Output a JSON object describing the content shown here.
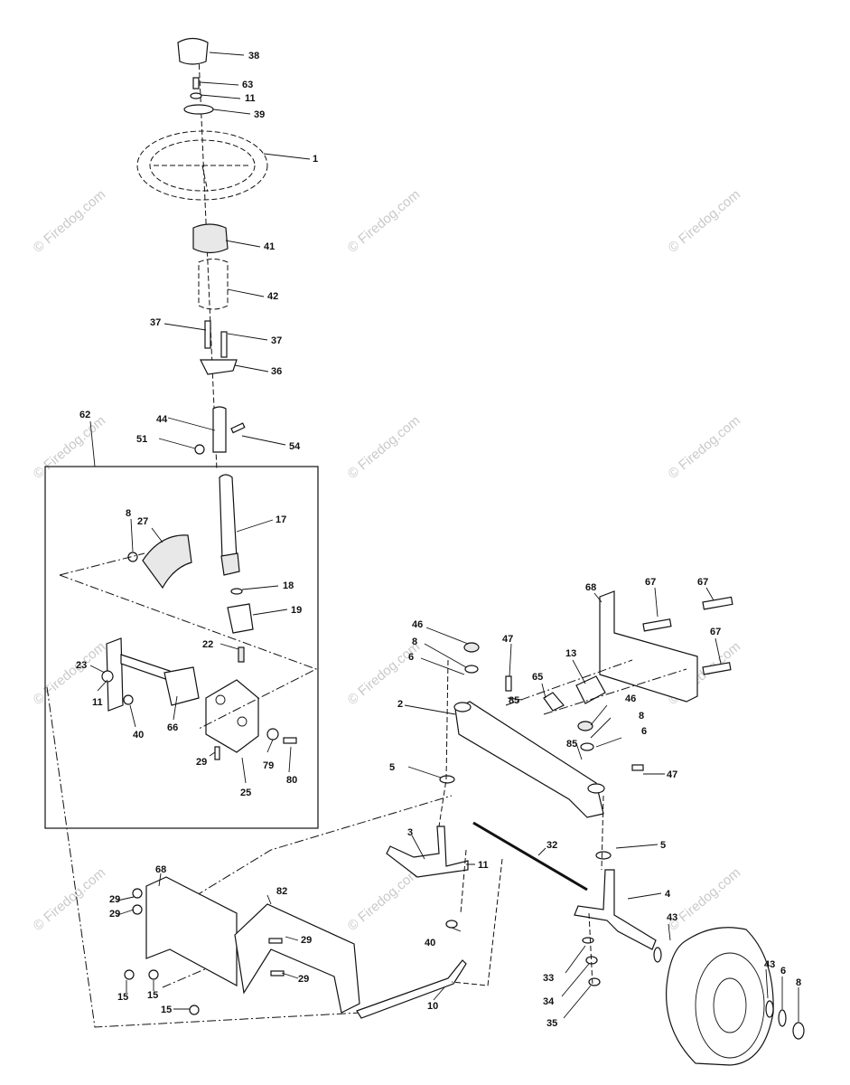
{
  "watermark": "© Firedog.com",
  "callouts": [
    {
      "id": "c38",
      "label": "38"
    },
    {
      "id": "c63",
      "label": "63"
    },
    {
      "id": "c11a",
      "label": "11"
    },
    {
      "id": "c39",
      "label": "39"
    },
    {
      "id": "c1",
      "label": "1"
    },
    {
      "id": "c41",
      "label": "41"
    },
    {
      "id": "c42",
      "label": "42"
    },
    {
      "id": "c37a",
      "label": "37"
    },
    {
      "id": "c37b",
      "label": "37"
    },
    {
      "id": "c36",
      "label": "36"
    },
    {
      "id": "c62",
      "label": "62"
    },
    {
      "id": "c44",
      "label": "44"
    },
    {
      "id": "c51",
      "label": "51"
    },
    {
      "id": "c54",
      "label": "54"
    },
    {
      "id": "c8a",
      "label": "8"
    },
    {
      "id": "c27",
      "label": "27"
    },
    {
      "id": "c17",
      "label": "17"
    },
    {
      "id": "c18",
      "label": "18"
    },
    {
      "id": "c19",
      "label": "19"
    },
    {
      "id": "c22",
      "label": "22"
    },
    {
      "id": "c23",
      "label": "23"
    },
    {
      "id": "c11b",
      "label": "11"
    },
    {
      "id": "c40a",
      "label": "40"
    },
    {
      "id": "c66",
      "label": "66"
    },
    {
      "id": "c29a",
      "label": "29"
    },
    {
      "id": "c79",
      "label": "79"
    },
    {
      "id": "c80",
      "label": "80"
    },
    {
      "id": "c25",
      "label": "25"
    },
    {
      "id": "c68a",
      "label": "68"
    },
    {
      "id": "c67a",
      "label": "67"
    },
    {
      "id": "c67b",
      "label": "67"
    },
    {
      "id": "c67c",
      "label": "67"
    },
    {
      "id": "c46a",
      "label": "46"
    },
    {
      "id": "c8b",
      "label": "8"
    },
    {
      "id": "c6a",
      "label": "6"
    },
    {
      "id": "c47a",
      "label": "47"
    },
    {
      "id": "c13",
      "label": "13"
    },
    {
      "id": "c65",
      "label": "65"
    },
    {
      "id": "c85a",
      "label": "85"
    },
    {
      "id": "c2",
      "label": "2"
    },
    {
      "id": "c46b",
      "label": "46"
    },
    {
      "id": "c8c",
      "label": "8"
    },
    {
      "id": "c85b",
      "label": "85"
    },
    {
      "id": "c6b",
      "label": "6"
    },
    {
      "id": "c5a",
      "label": "5"
    },
    {
      "id": "c47b",
      "label": "47"
    },
    {
      "id": "c3",
      "label": "3"
    },
    {
      "id": "c32",
      "label": "32"
    },
    {
      "id": "c11c",
      "label": "11"
    },
    {
      "id": "c5b",
      "label": "5"
    },
    {
      "id": "c68b",
      "label": "68"
    },
    {
      "id": "c82",
      "label": "82"
    },
    {
      "id": "c29b",
      "label": "29"
    },
    {
      "id": "c29c",
      "label": "29"
    },
    {
      "id": "c4",
      "label": "4"
    },
    {
      "id": "c43a",
      "label": "43"
    },
    {
      "id": "c40b",
      "label": "40"
    },
    {
      "id": "c29d",
      "label": "29"
    },
    {
      "id": "c29e",
      "label": "29"
    },
    {
      "id": "c15a",
      "label": "15"
    },
    {
      "id": "c15b",
      "label": "15"
    },
    {
      "id": "c10",
      "label": "10"
    },
    {
      "id": "c33",
      "label": "33"
    },
    {
      "id": "c34",
      "label": "34"
    },
    {
      "id": "c43b",
      "label": "43"
    },
    {
      "id": "c6c",
      "label": "6"
    },
    {
      "id": "c8d",
      "label": "8"
    },
    {
      "id": "c15c",
      "label": "15"
    },
    {
      "id": "c35",
      "label": "35"
    }
  ]
}
